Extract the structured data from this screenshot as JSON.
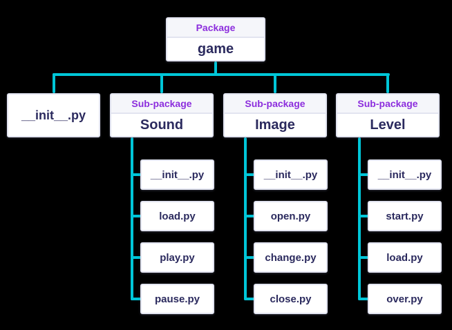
{
  "colors": {
    "background": "#000000",
    "box_fill": "#ffffff",
    "header_fill": "#f5f6fa",
    "border": "#e2e4f0",
    "type_label_text": "#8c2ddd",
    "name_text": "#2b2a5e",
    "connector": "#00c6d8"
  },
  "root": {
    "type_label": "Package",
    "name": "game"
  },
  "root_file": {
    "name": "__init__.py"
  },
  "subpackages": [
    {
      "type_label": "Sub-package",
      "name": "Sound",
      "files": [
        "__init__.py",
        "load.py",
        "play.py",
        "pause.py"
      ]
    },
    {
      "type_label": "Sub-package",
      "name": "Image",
      "files": [
        "__init__.py",
        "open.py",
        "change.py",
        "close.py"
      ]
    },
    {
      "type_label": "Sub-package",
      "name": "Level",
      "files": [
        "__init__.py",
        "start.py",
        "load.py",
        "over.py"
      ]
    }
  ]
}
